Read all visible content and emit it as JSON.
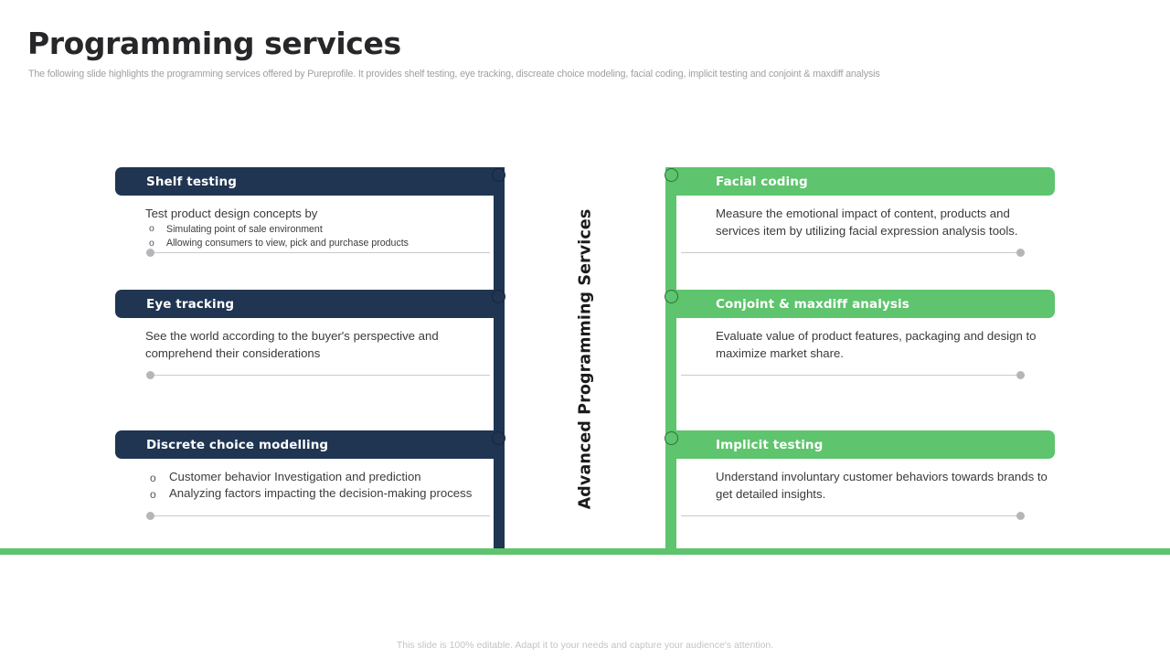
{
  "header": {
    "title": "Programming services",
    "subtitle": "The following slide highlights the programming services offered by Pureprofile. It provides shelf testing, eye tracking, discreate choice modeling, facial coding, implicit testing and conjoint & maxdiff analysis"
  },
  "center": {
    "vertical_label": "Advanced Programming Services"
  },
  "colors": {
    "navy": "#1f3551",
    "green": "#5ec46d",
    "title": "#27272a",
    "subtitle": "#a0a0a4",
    "body_text": "#3a3a3e",
    "divider": "#c9c9cc",
    "divider_dot": "#b6b6ba"
  },
  "left_cards": [
    {
      "title": "Shelf testing",
      "lead": "Test product design concepts by",
      "bullets": [
        "Simulating point of sale environment",
        "Allowing consumers to view, pick and purchase products"
      ]
    },
    {
      "title": "Eye tracking",
      "lead": "See the world according to the buyer's perspective and comprehend their considerations",
      "bullets": []
    },
    {
      "title": "Discrete choice modelling",
      "lead": "",
      "bullets": [
        "Customer behavior Investigation and prediction",
        "Analyzing factors impacting the decision-making process"
      ]
    }
  ],
  "right_cards": [
    {
      "title": "Facial coding",
      "lead": "Measure the emotional impact of content, products and services item by utilizing facial expression analysis tools.",
      "bullets": []
    },
    {
      "title": "Conjoint & maxdiff analysis",
      "lead": "Evaluate value of product features, packaging and design to maximize market share.",
      "bullets": []
    },
    {
      "title": "Implicit testing",
      "lead": "Understand involuntary customer behaviors towards brands to get detailed insights.",
      "bullets": []
    }
  ],
  "footer": {
    "note": "This slide is 100% editable. Adapt it to your needs and capture your audience's attention."
  }
}
